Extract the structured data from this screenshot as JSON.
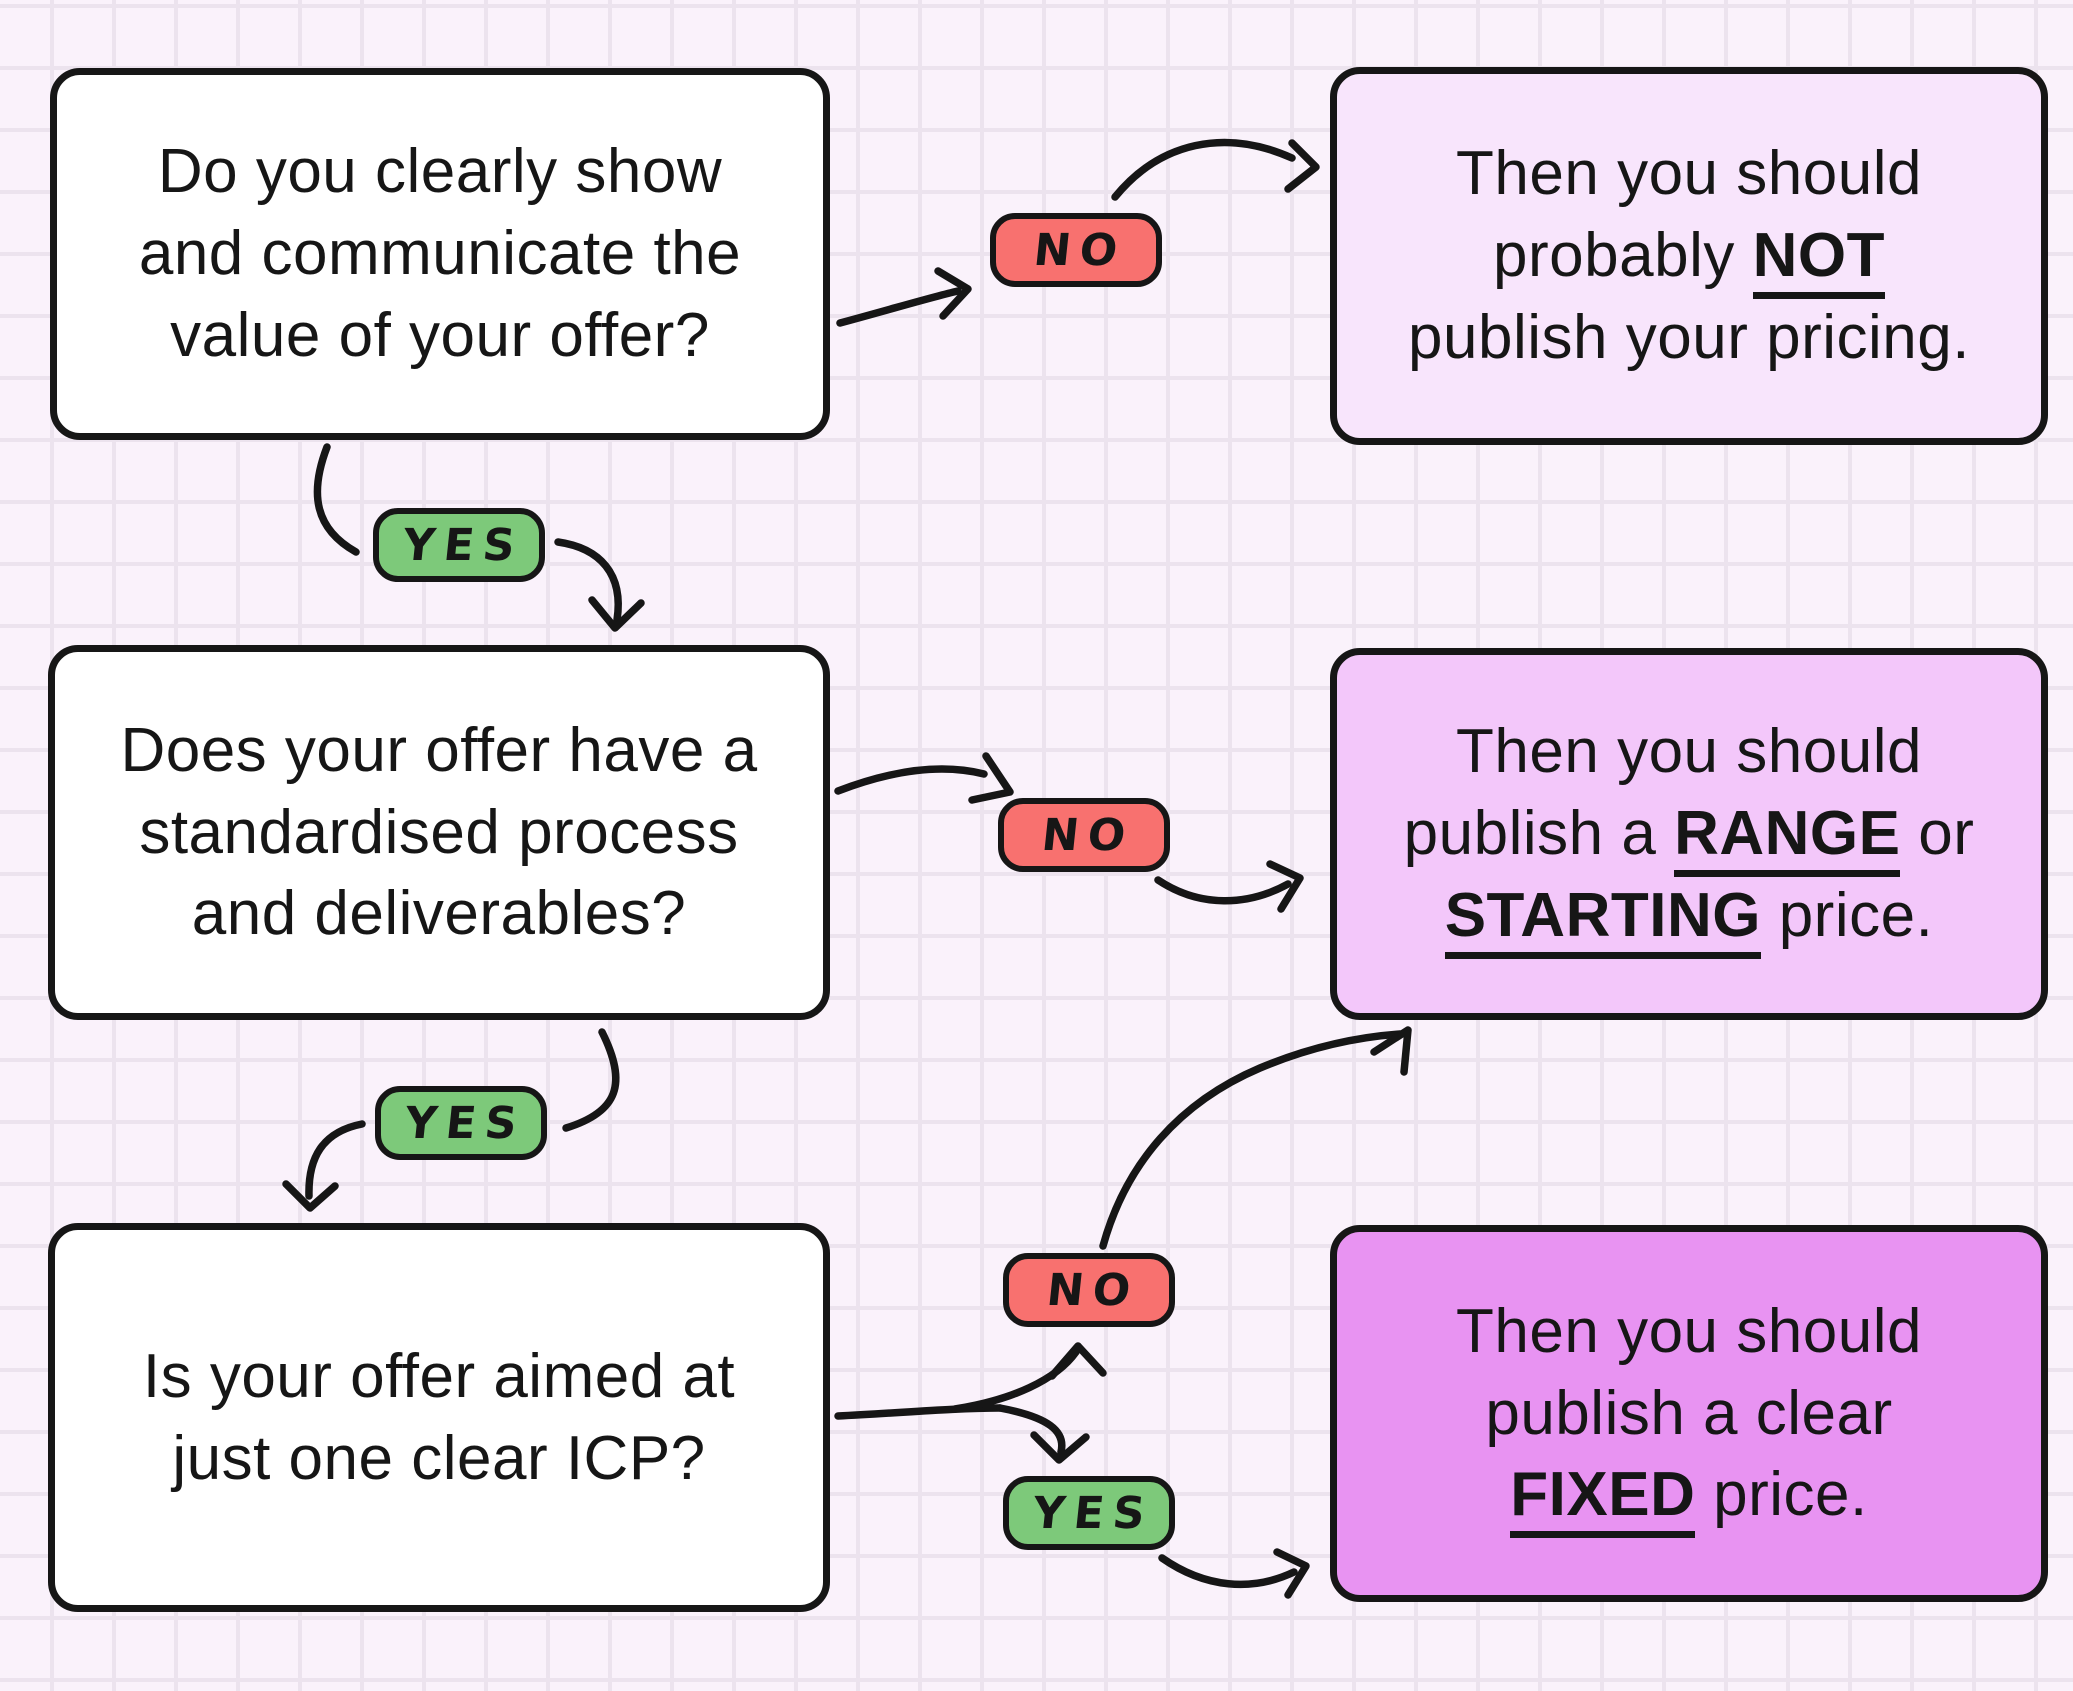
{
  "colors": {
    "background": "#faf2fb",
    "grid_line": "#ece3ee",
    "ink": "#161616",
    "box_white": "#ffffff",
    "outcome_not": "#f8e5fc",
    "outcome_range": "#f3c7fa",
    "outcome_fixed": "#e893f2",
    "badge_no": "#f8716f",
    "badge_yes": "#7dc97a"
  },
  "nodes": {
    "q1": {
      "lines": [
        [
          {
            "t": "Do you clearly show"
          }
        ],
        [
          {
            "t": "and communicate the"
          }
        ],
        [
          {
            "t": "value of your offer?"
          }
        ]
      ]
    },
    "q2": {
      "lines": [
        [
          {
            "t": "Does your offer have a"
          }
        ],
        [
          {
            "t": "standardised process"
          }
        ],
        [
          {
            "t": "and deliverables?"
          }
        ]
      ]
    },
    "q3": {
      "lines": [
        [
          {
            "t": "Is your offer aimed at"
          }
        ],
        [
          {
            "t": "just one clear ICP?"
          }
        ]
      ]
    },
    "not": {
      "lines": [
        [
          {
            "t": "Then you should"
          }
        ],
        [
          {
            "t": "probably "
          },
          {
            "t": "NOT",
            "em": true
          }
        ],
        [
          {
            "t": "publish your pricing."
          }
        ]
      ]
    },
    "range": {
      "lines": [
        [
          {
            "t": "Then you should"
          }
        ],
        [
          {
            "t": "publish a "
          },
          {
            "t": "RANGE",
            "em": true
          },
          {
            "t": " or"
          }
        ],
        [
          {
            "t": "STARTING",
            "em": true
          },
          {
            "t": " price."
          }
        ]
      ]
    },
    "fixed": {
      "lines": [
        [
          {
            "t": "Then you should"
          }
        ],
        [
          {
            "t": "publish a clear"
          }
        ],
        [
          {
            "t": "FIXED",
            "em": true
          },
          {
            "t": " price."
          }
        ]
      ]
    }
  },
  "badges": {
    "no": "NO",
    "yes": "YES"
  }
}
